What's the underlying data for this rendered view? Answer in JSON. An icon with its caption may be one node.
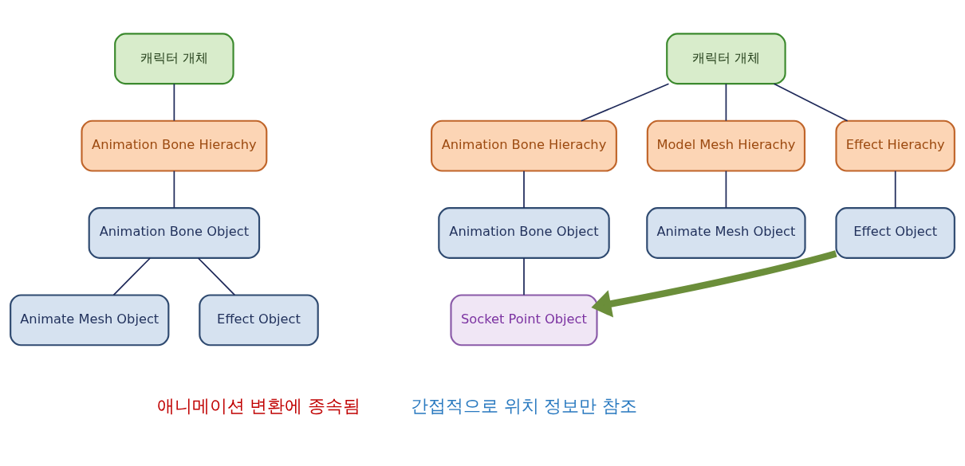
{
  "diagram": {
    "nodes": [
      {
        "text": [
          "캐릭터 개체"
        ]
      },
      {
        "text": [
          "Animation Bone Hierachy"
        ]
      },
      {
        "text": [
          "Animation Bone Object"
        ]
      },
      {
        "text": [
          "Animate Mesh Object"
        ]
      },
      {
        "text": [
          "Effect Object"
        ]
      },
      {
        "text": [
          "캐릭터 개체"
        ]
      },
      {
        "text": [
          "Animation Bone Hierachy"
        ]
      },
      {
        "text": [
          "Model Mesh Hierachy"
        ]
      },
      {
        "text": [
          "Effect Hierachy"
        ]
      },
      {
        "text": [
          "Animation Bone Object"
        ]
      },
      {
        "text": [
          "Animate Mesh Object"
        ]
      },
      {
        "text": [
          "Effect Object"
        ]
      },
      {
        "text": [
          "Socket Point Object"
        ]
      }
    ],
    "edges": [
      {
        "from": 0,
        "to": 1,
        "arrow": "none"
      },
      {
        "from": 1,
        "to": 2,
        "arrow": "none"
      },
      {
        "from": 2,
        "to": 3,
        "arrow": "none"
      },
      {
        "from": 2,
        "to": 4,
        "arrow": "none"
      },
      {
        "from": 5,
        "to": 6,
        "arrow": "none"
      },
      {
        "from": 5,
        "to": 7,
        "arrow": "none"
      },
      {
        "from": 5,
        "to": 8,
        "arrow": "none"
      },
      {
        "from": 6,
        "to": 9,
        "arrow": "none"
      },
      {
        "from": 7,
        "to": 10,
        "arrow": "none"
      },
      {
        "from": 8,
        "to": 11,
        "arrow": "none"
      },
      {
        "from": 9,
        "to": 12,
        "arrow": "none"
      },
      {
        "from": 11,
        "to": 12,
        "arrow": "to",
        "style": "thick",
        "color": "#6b8e3a"
      }
    ],
    "labels": [
      "애니메이션 변환에 종속됨",
      "간접적으로 위치 정보만 참조"
    ]
  }
}
